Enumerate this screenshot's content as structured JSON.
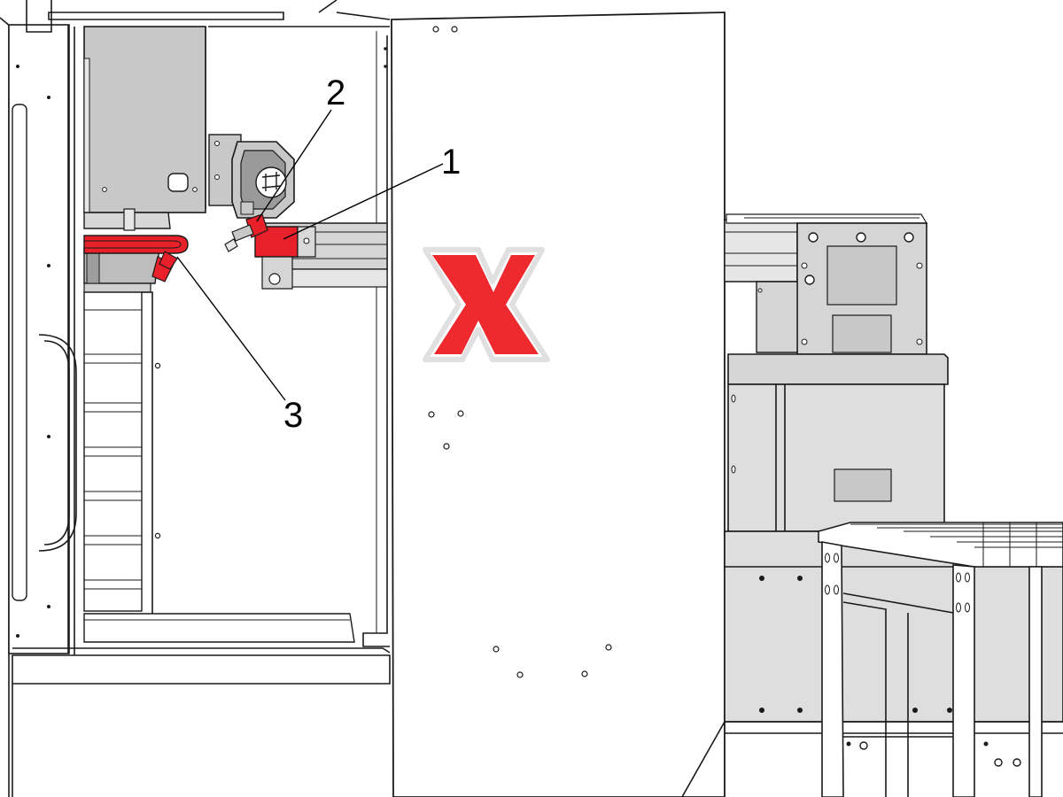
{
  "callouts": [
    {
      "id": "1",
      "label": "1"
    },
    {
      "id": "2",
      "label": "2"
    },
    {
      "id": "3",
      "label": "3"
    }
  ],
  "colors": {
    "highlight": "#e8202a",
    "x_mark": "#ee2a2f",
    "spindle_gray": "#c8c8c8",
    "panel_gray": "#e6e6e6",
    "line": "#1a1a1a"
  },
  "icons": {
    "x_mark": "x-mark-icon",
    "logo": "haas-logo-icon"
  }
}
